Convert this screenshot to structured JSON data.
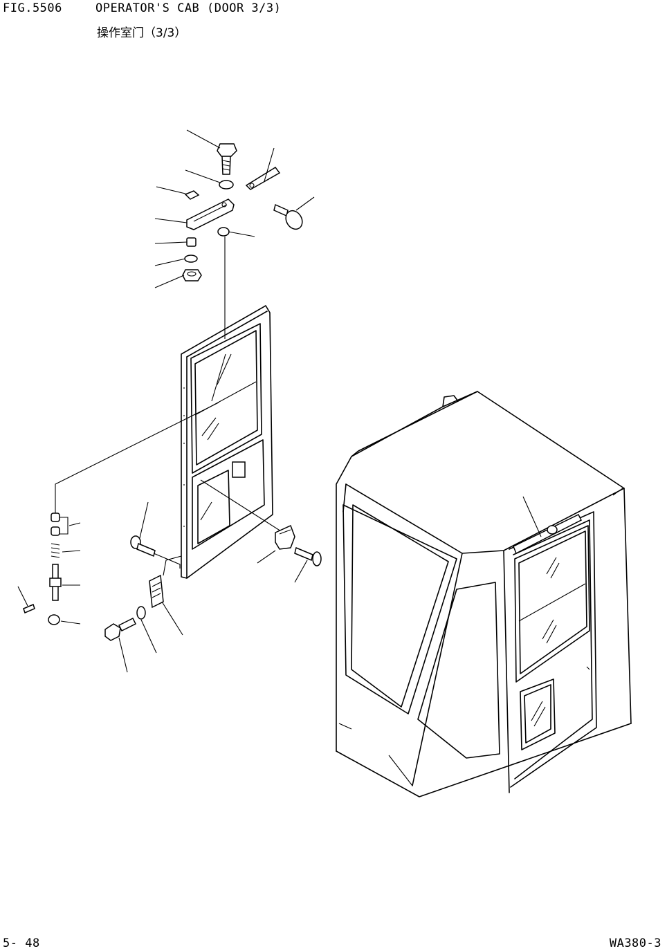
{
  "header": {
    "figure_number": "FIG.5506",
    "title": "OPERATOR'S CAB (DOOR 3/3)",
    "subtitle": "操作室门（3/3）"
  },
  "footer": {
    "page_number": "5- 48",
    "model_code": "WA380-3"
  }
}
